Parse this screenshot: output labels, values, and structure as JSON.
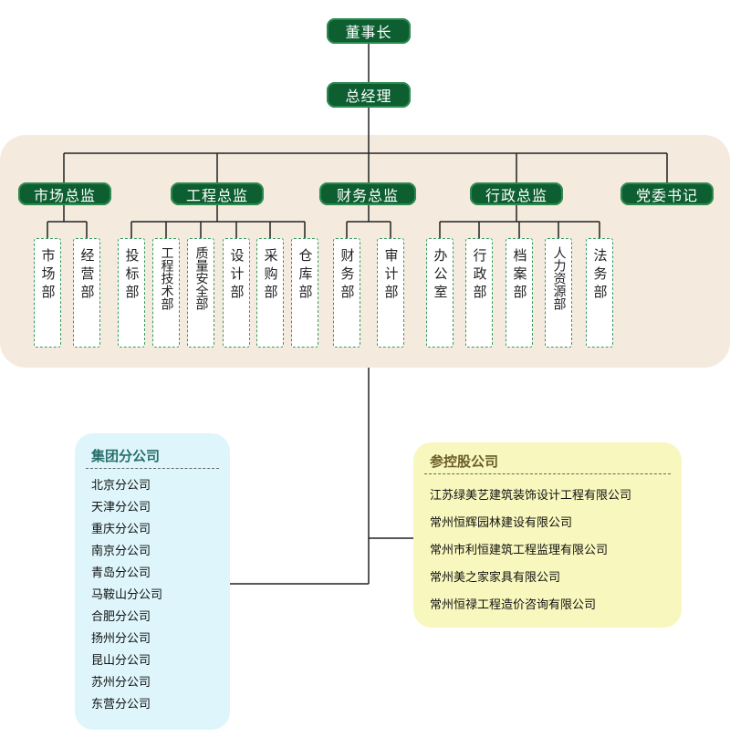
{
  "top": {
    "chairman": "董事长",
    "ceo": "总经理"
  },
  "directors": [
    {
      "label": "市场总监",
      "departments": [
        "市场部",
        "经营部"
      ]
    },
    {
      "label": "工程总监",
      "departments": [
        "投标部",
        "工程技术部",
        "质量安全部",
        "设计部",
        "采购部",
        "仓库部"
      ]
    },
    {
      "label": "财务总监",
      "departments": [
        "财务部",
        "审计部"
      ]
    },
    {
      "label": "行政总监",
      "departments": [
        "办公室",
        "行政部",
        "档案部",
        "人力资源部",
        "法务部"
      ]
    },
    {
      "label": "党委书记",
      "departments": []
    }
  ],
  "branches": {
    "title": "集团分公司",
    "items": [
      "北京分公司",
      "天津分公司",
      "重庆分公司",
      "南京分公司",
      "青岛分公司",
      "马鞍山分公司",
      "合肥分公司",
      "扬州分公司",
      "昆山分公司",
      "苏州分公司",
      "东营分公司"
    ]
  },
  "holdings": {
    "title": "参控股公司",
    "items": [
      "江苏绿美艺建筑装饰设计工程有限公司",
      "常州恒辉园林建设有限公司",
      "常州市利恒建筑工程监理有限公司",
      "常州美之家家具有限公司",
      "常州恒禄工程造价咨询有限公司"
    ]
  },
  "colors": {
    "node": "#0d5e30",
    "band": "#f4ebde",
    "branch_box": "#def6fb",
    "holding_box": "#f8f7bd"
  }
}
